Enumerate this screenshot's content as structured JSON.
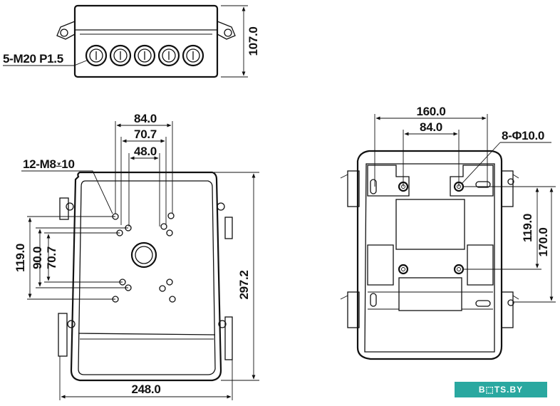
{
  "top_view": {
    "height_label": "107.0",
    "gland_label": "5-M20 P1.5"
  },
  "base_plate": {
    "dim_84": "84.0",
    "dim_70_7": "70.7",
    "dim_48": "48.0",
    "thread_label": "12-M8",
    "thread_depth": "10",
    "dim_119": "119.0",
    "dim_90": "90.0",
    "dim_70_7_v": "70.7",
    "dim_297_2": "297.2",
    "dim_248": "248.0"
  },
  "back_plate": {
    "dim_160": "160.0",
    "dim_84": "84.0",
    "hole_label": "8-Φ10.0",
    "dim_119": "119.0",
    "dim_170": "170.0"
  },
  "watermark": "B⬚TS.BY"
}
